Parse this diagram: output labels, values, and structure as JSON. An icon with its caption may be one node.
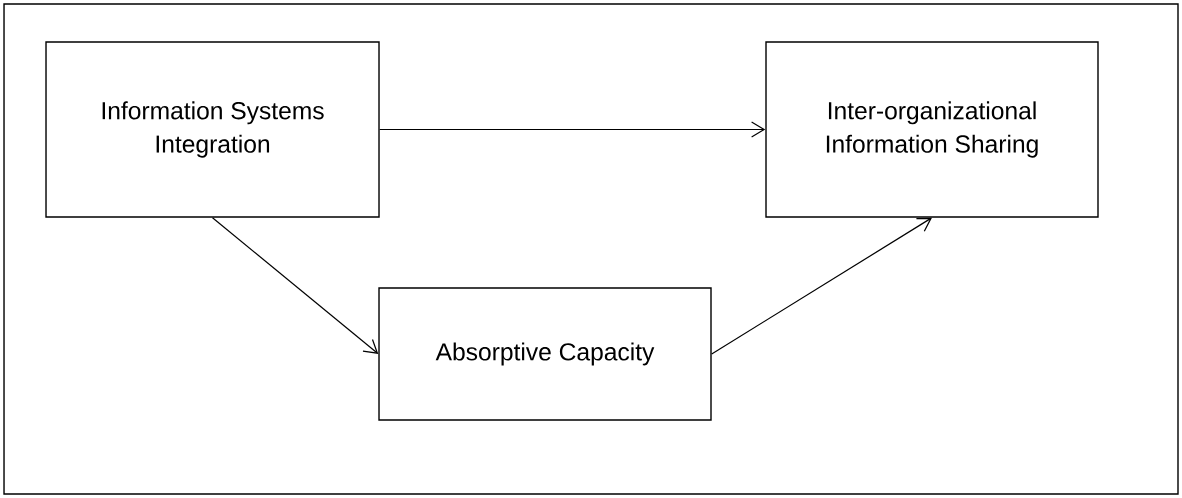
{
  "diagram": {
    "nodes": [
      {
        "text": [
          "Information Systems Integration"
        ]
      },
      {
        "text": [
          "Inter-organizational Information Sharing"
        ]
      },
      {
        "text": [
          "Absorptive Capacity"
        ]
      }
    ],
    "edges": [
      {
        "from": 0,
        "to": 1,
        "arrow": "to"
      },
      {
        "from": 0,
        "to": 2,
        "arrow": "to"
      },
      {
        "from": 2,
        "to": 1,
        "arrow": "to"
      }
    ]
  }
}
